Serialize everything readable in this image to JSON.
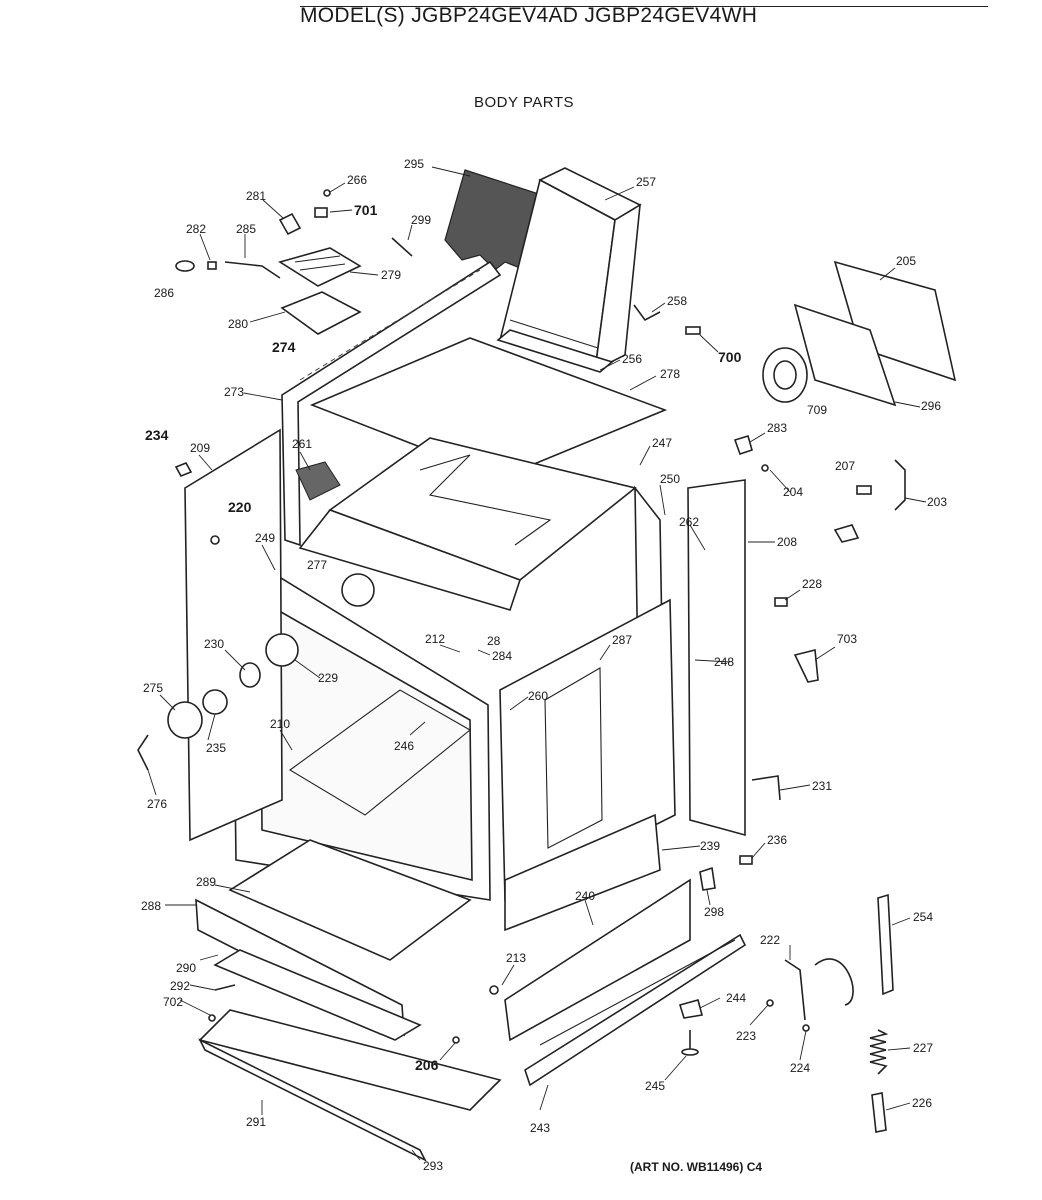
{
  "header": {
    "model_title": "MODEL(S) JGBP24GEV4AD  JGBP24GEV4WH",
    "section_title": "BODY PARTS"
  },
  "footer": {
    "art_number": "(ART NO. WB11496) C4"
  },
  "callouts": [
    {
      "id": "295",
      "label": "295"
    },
    {
      "id": "257",
      "label": "257"
    },
    {
      "id": "266",
      "label": "266"
    },
    {
      "id": "281",
      "label": "281"
    },
    {
      "id": "701",
      "label": "701"
    },
    {
      "id": "299",
      "label": "299"
    },
    {
      "id": "282",
      "label": "282"
    },
    {
      "id": "285",
      "label": "285"
    },
    {
      "id": "279",
      "label": "279"
    },
    {
      "id": "286",
      "label": "286"
    },
    {
      "id": "280",
      "label": "280"
    },
    {
      "id": "274",
      "label": "274"
    },
    {
      "id": "258",
      "label": "258"
    },
    {
      "id": "700",
      "label": "700"
    },
    {
      "id": "205",
      "label": "205"
    },
    {
      "id": "256",
      "label": "256"
    },
    {
      "id": "278",
      "label": "278"
    },
    {
      "id": "709",
      "label": "709"
    },
    {
      "id": "296",
      "label": "296"
    },
    {
      "id": "273",
      "label": "273"
    },
    {
      "id": "234",
      "label": "234"
    },
    {
      "id": "209",
      "label": "209"
    },
    {
      "id": "261",
      "label": "261"
    },
    {
      "id": "247",
      "label": "247"
    },
    {
      "id": "283",
      "label": "283"
    },
    {
      "id": "207",
      "label": "207"
    },
    {
      "id": "204",
      "label": "204"
    },
    {
      "id": "203",
      "label": "203"
    },
    {
      "id": "250",
      "label": "250"
    },
    {
      "id": "220",
      "label": "220"
    },
    {
      "id": "249",
      "label": "249"
    },
    {
      "id": "277",
      "label": "277"
    },
    {
      "id": "262",
      "label": "262"
    },
    {
      "id": "208",
      "label": "208"
    },
    {
      "id": "228",
      "label": "228"
    },
    {
      "id": "212",
      "label": "212"
    },
    {
      "id": "28",
      "label": "28"
    },
    {
      "id": "284",
      "label": "284"
    },
    {
      "id": "287",
      "label": "287"
    },
    {
      "id": "703",
      "label": "703"
    },
    {
      "id": "230",
      "label": "230"
    },
    {
      "id": "229",
      "label": "229"
    },
    {
      "id": "248",
      "label": "248"
    },
    {
      "id": "275",
      "label": "275"
    },
    {
      "id": "260",
      "label": "260"
    },
    {
      "id": "235",
      "label": "235"
    },
    {
      "id": "210",
      "label": "210"
    },
    {
      "id": "246",
      "label": "246"
    },
    {
      "id": "276",
      "label": "276"
    },
    {
      "id": "231",
      "label": "231"
    },
    {
      "id": "236",
      "label": "236"
    },
    {
      "id": "239",
      "label": "239"
    },
    {
      "id": "289",
      "label": "289"
    },
    {
      "id": "298",
      "label": "298"
    },
    {
      "id": "240",
      "label": "240"
    },
    {
      "id": "288",
      "label": "288"
    },
    {
      "id": "254",
      "label": "254"
    },
    {
      "id": "222",
      "label": "222"
    },
    {
      "id": "290",
      "label": "290"
    },
    {
      "id": "213",
      "label": "213"
    },
    {
      "id": "292",
      "label": "292"
    },
    {
      "id": "244",
      "label": "244"
    },
    {
      "id": "702",
      "label": "702"
    },
    {
      "id": "223",
      "label": "223"
    },
    {
      "id": "206",
      "label": "206"
    },
    {
      "id": "224",
      "label": "224"
    },
    {
      "id": "227",
      "label": "227"
    },
    {
      "id": "245",
      "label": "245"
    },
    {
      "id": "291",
      "label": "291"
    },
    {
      "id": "243",
      "label": "243"
    },
    {
      "id": "226",
      "label": "226"
    },
    {
      "id": "293",
      "label": "293"
    }
  ]
}
